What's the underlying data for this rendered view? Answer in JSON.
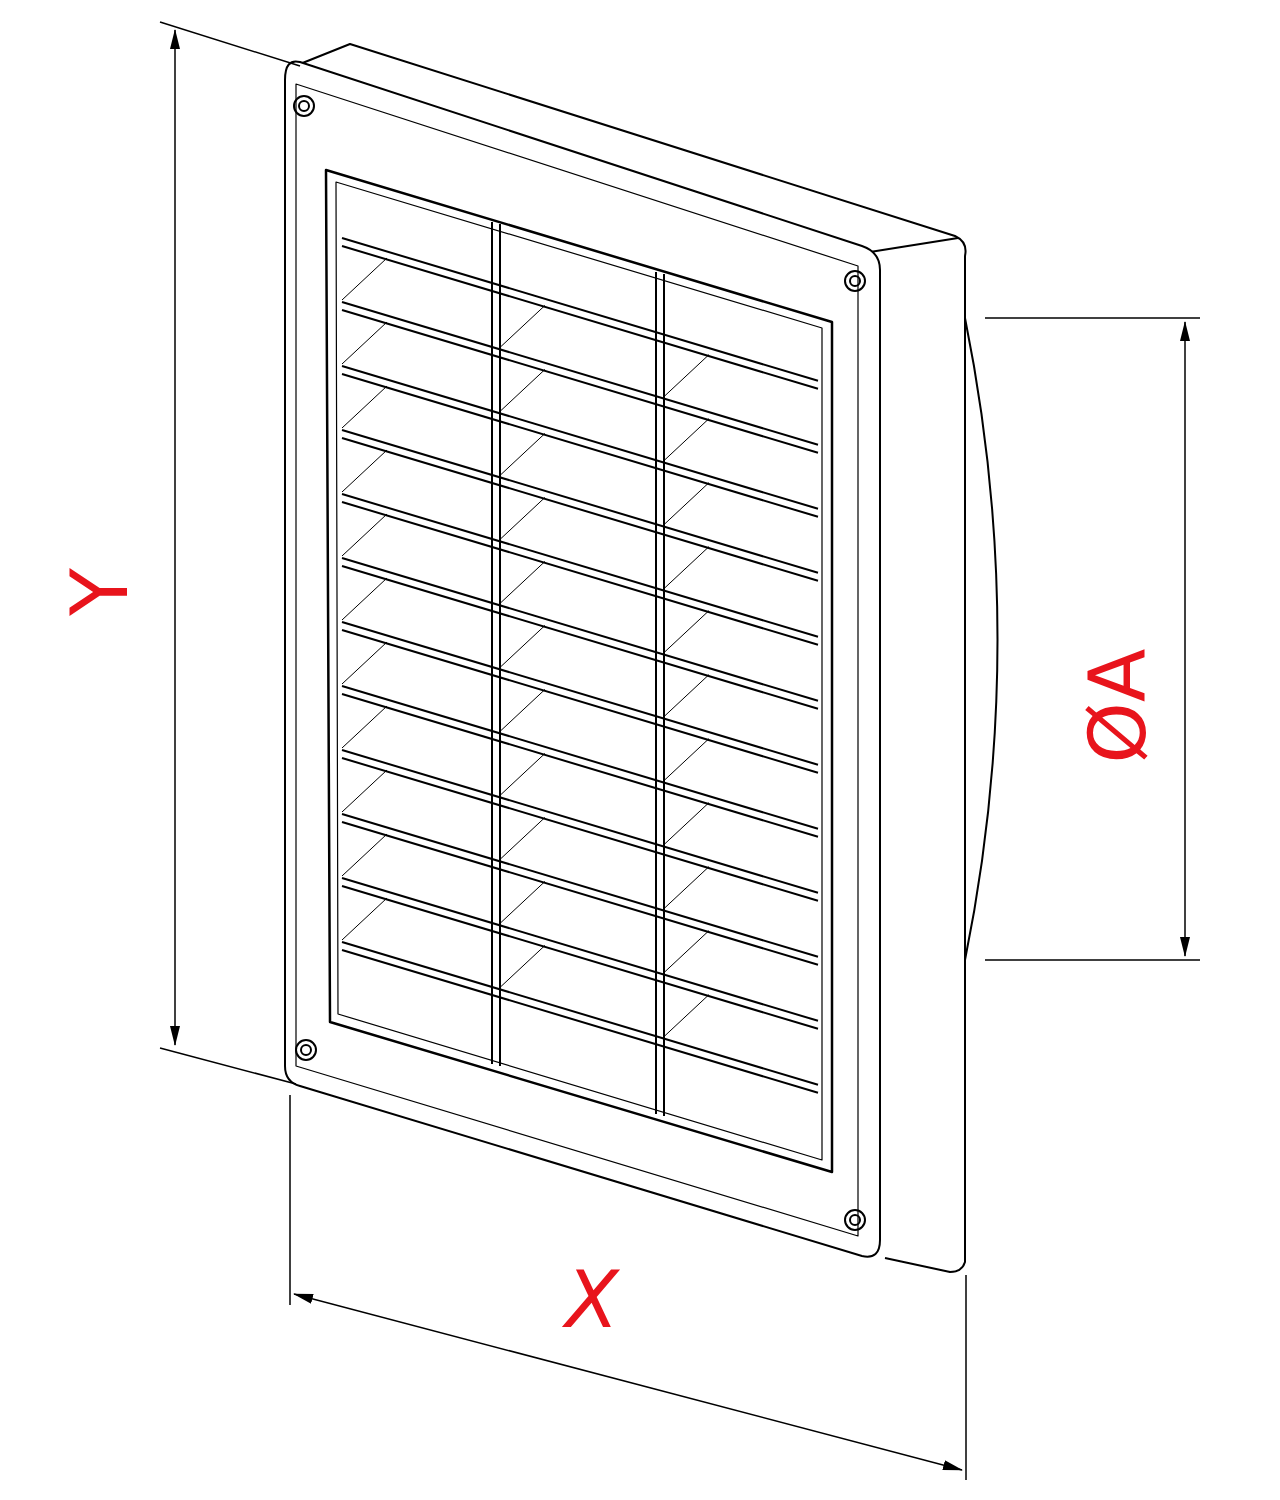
{
  "diagram": {
    "labels": [
      "Y",
      "ØA",
      "X"
    ]
  }
}
